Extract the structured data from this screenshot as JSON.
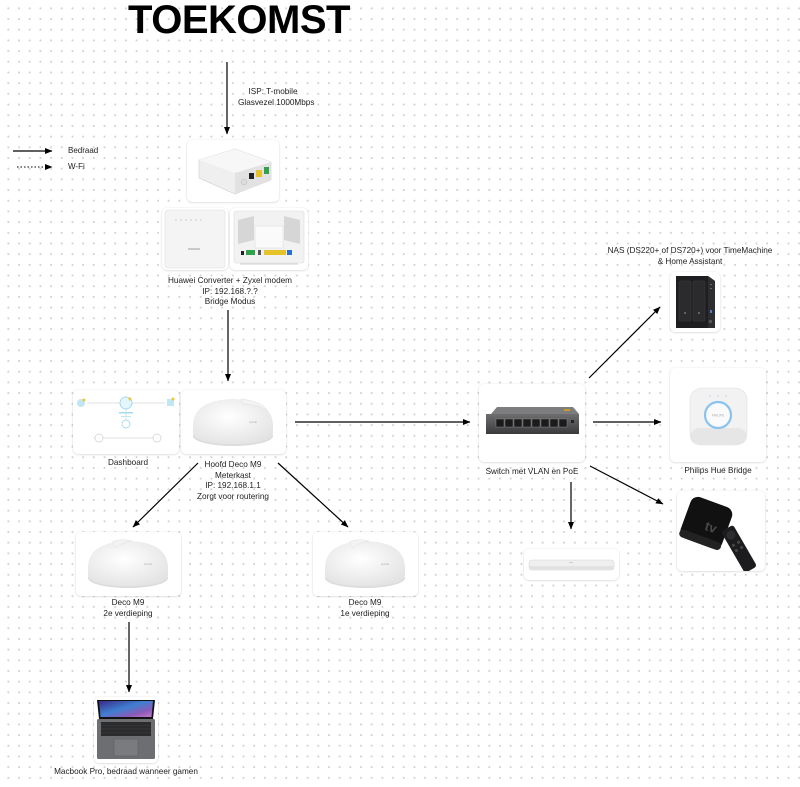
{
  "title": "TOEKOMST",
  "legend": {
    "wired_label": "Bedraad",
    "wifi_label": "W-Fi"
  },
  "isp": {
    "lines": [
      "ISP: T-mobile",
      "Glasvezel 1000Mbps"
    ]
  },
  "nodes": {
    "converter_modem": {
      "lines": [
        "Huawei Converter + Zyxel modem",
        "IP: 192.168.?.?",
        "Bridge Modus"
      ],
      "icons": [
        "huawei-ont-icon",
        "zyxel-modem-front-icon",
        "zyxel-modem-back-icon"
      ]
    },
    "dashboard": {
      "lines": [
        "Dashboard"
      ],
      "icon": "deco-dashboard-icon"
    },
    "main_deco": {
      "lines": [
        "Hoofd Deco M9",
        "Meterkast",
        "IP: 192.168.1.1",
        "Zorgt voor routering"
      ],
      "icon": "deco-m9-icon"
    },
    "deco_2": {
      "lines": [
        "Deco M9",
        "2e verdieping"
      ],
      "icon": "deco-m9-icon"
    },
    "deco_1": {
      "lines": [
        "Deco M9",
        "1e verdieping"
      ],
      "icon": "deco-m9-icon"
    },
    "macbook": {
      "lines": [
        "Macbook Pro, bedraad wanneer gamen"
      ],
      "icon": "macbook-icon"
    },
    "switch": {
      "lines": [
        "Switch met VLAN en PoE"
      ],
      "icon": "poe-switch-icon"
    },
    "nas": {
      "lines": [
        "NAS (DS220+ of DS720+) voor TimeMachine",
        "& Home Assistant"
      ],
      "icon": "nas-icon"
    },
    "hue": {
      "lines": [
        "Philips Hue Bridge"
      ],
      "icon": "hue-bridge-icon"
    },
    "soundbar": {
      "lines": [],
      "icon": "soundbar-icon"
    },
    "appletv": {
      "lines": [],
      "icon": "apple-tv-icon",
      "logo_text": "tv"
    }
  },
  "connections": [
    {
      "from": "isp",
      "to": "converter_modem",
      "type": "wired"
    },
    {
      "from": "converter_modem",
      "to": "main_deco",
      "type": "wired"
    },
    {
      "from": "main_deco",
      "to": "switch",
      "type": "wired"
    },
    {
      "from": "main_deco",
      "to": "deco_2",
      "type": "wired"
    },
    {
      "from": "main_deco",
      "to": "deco_1",
      "type": "wired"
    },
    {
      "from": "deco_2",
      "to": "macbook",
      "type": "wired"
    },
    {
      "from": "switch",
      "to": "nas",
      "type": "wired"
    },
    {
      "from": "switch",
      "to": "hue",
      "type": "wired"
    },
    {
      "from": "switch",
      "to": "appletv",
      "type": "wired"
    },
    {
      "from": "switch",
      "to": "soundbar",
      "type": "wired"
    }
  ]
}
